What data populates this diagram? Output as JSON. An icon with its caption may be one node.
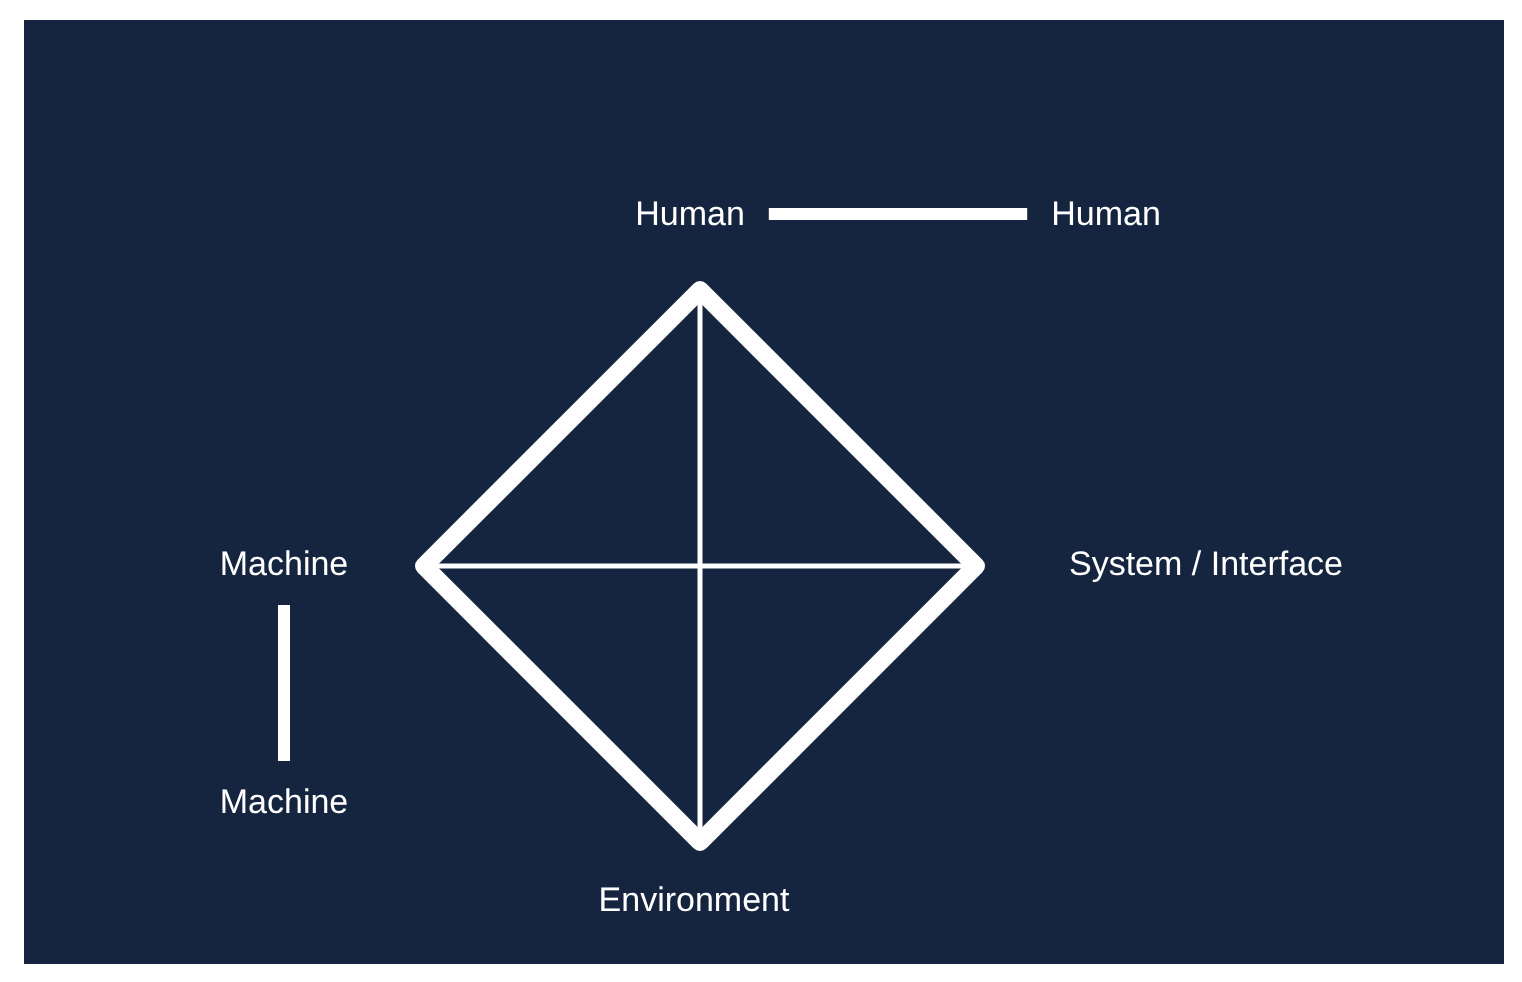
{
  "diagram": {
    "nodes": [
      {
        "text": [
          "Human"
        ]
      },
      {
        "text": [
          "Human"
        ]
      },
      {
        "text": [],
        "shape": "diamond"
      },
      {
        "text": [
          "Machine"
        ]
      },
      {
        "text": [
          "Machine"
        ]
      }
    ],
    "edges": [
      {
        "from": 0,
        "to": 1,
        "arrow": "none"
      },
      {
        "from": 3,
        "to": 4,
        "arrow": "none"
      }
    ],
    "labels": [
      "System / Interface",
      "Environment"
    ]
  }
}
